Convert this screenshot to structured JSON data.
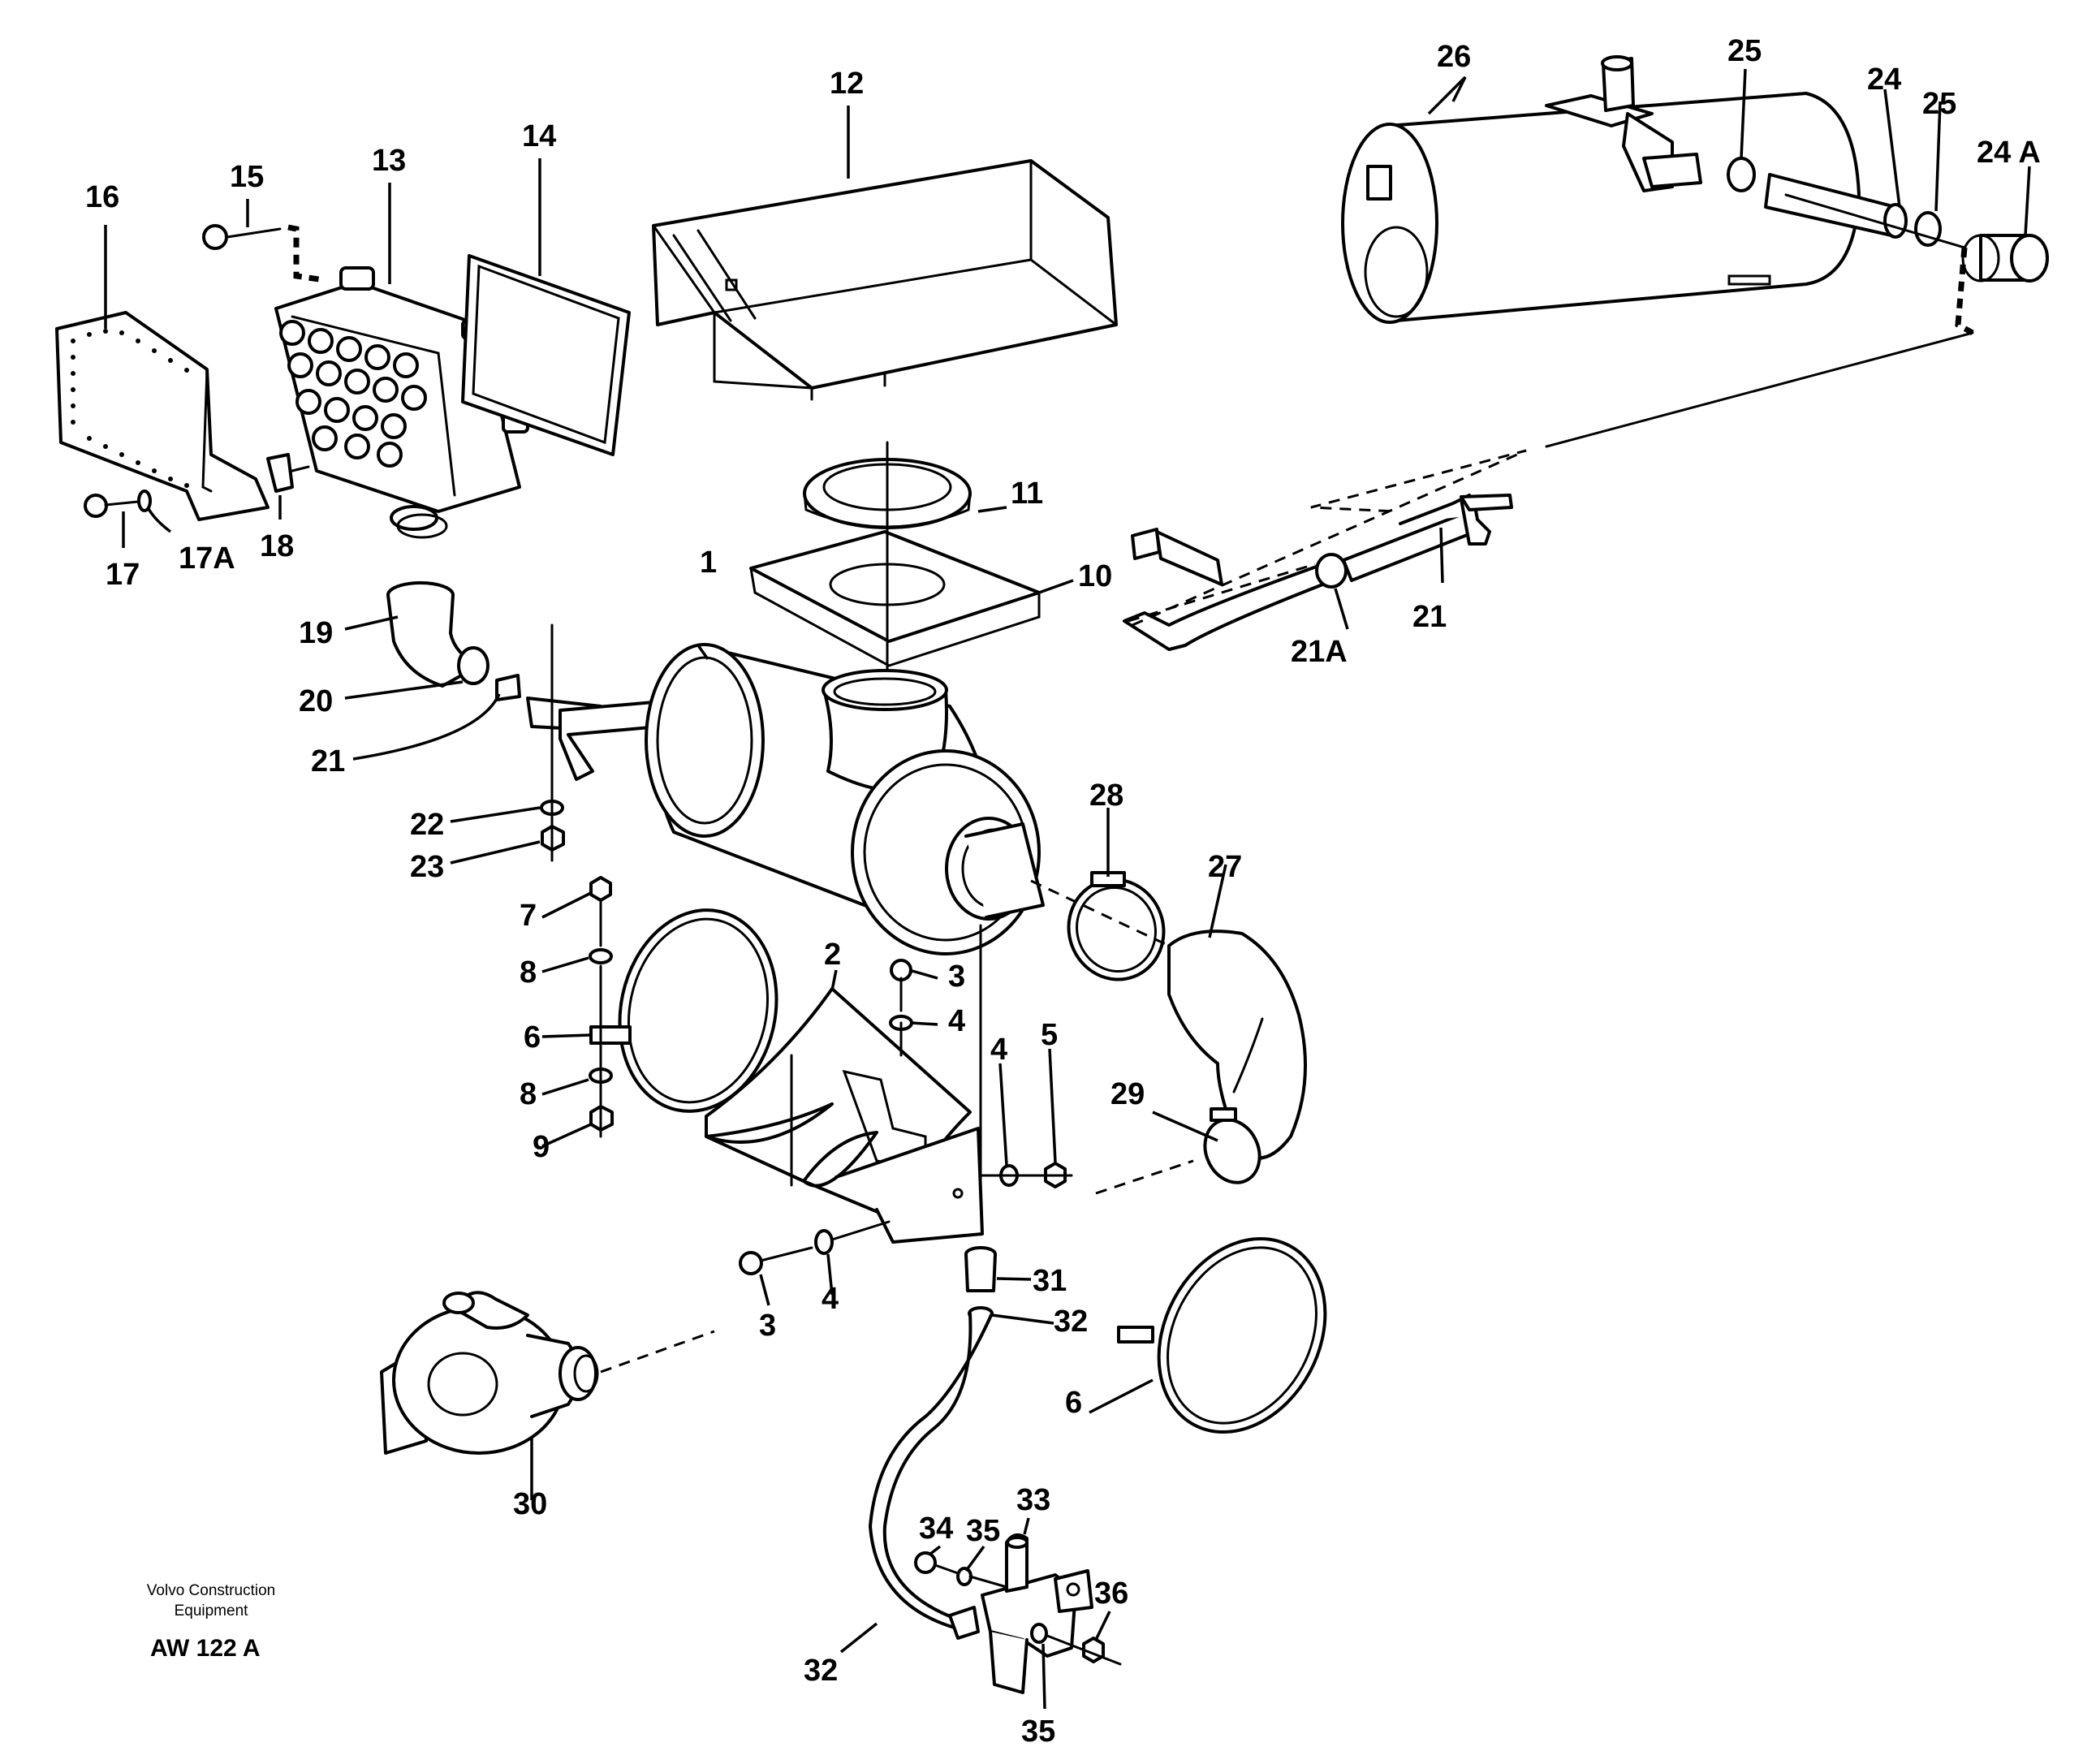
{
  "labels": {
    "l1": "1",
    "l2": "2",
    "l3a": "3",
    "l3b": "3",
    "l4a": "4",
    "l4b": "4",
    "l4c": "4",
    "l5": "5",
    "l6a": "6",
    "l6b": "6",
    "l7": "7",
    "l8a": "8",
    "l8b": "8",
    "l9": "9",
    "l10": "10",
    "l11": "11",
    "l12": "12",
    "l13": "13",
    "l14": "14",
    "l15": "15",
    "l16": "16",
    "l17": "17",
    "l17a": "17A",
    "l18": "18",
    "l19": "19",
    "l20": "20",
    "l21a": "21",
    "l21b": "21",
    "l21c": "21A",
    "l22": "22",
    "l23": "23",
    "l24": "24",
    "l24a": "24 A",
    "l25a": "25",
    "l25b": "25",
    "l26": "26",
    "l27": "27",
    "l28": "28",
    "l29": "29",
    "l30": "30",
    "l31": "31",
    "l32a": "32",
    "l32b": "32",
    "l33": "33",
    "l34": "34",
    "l35a": "35",
    "l35b": "35",
    "l36": "36"
  },
  "footer": {
    "company_line1": "Volvo Construction",
    "company_line2": "Equipment",
    "drawing_ref": "AW 122 A"
  }
}
